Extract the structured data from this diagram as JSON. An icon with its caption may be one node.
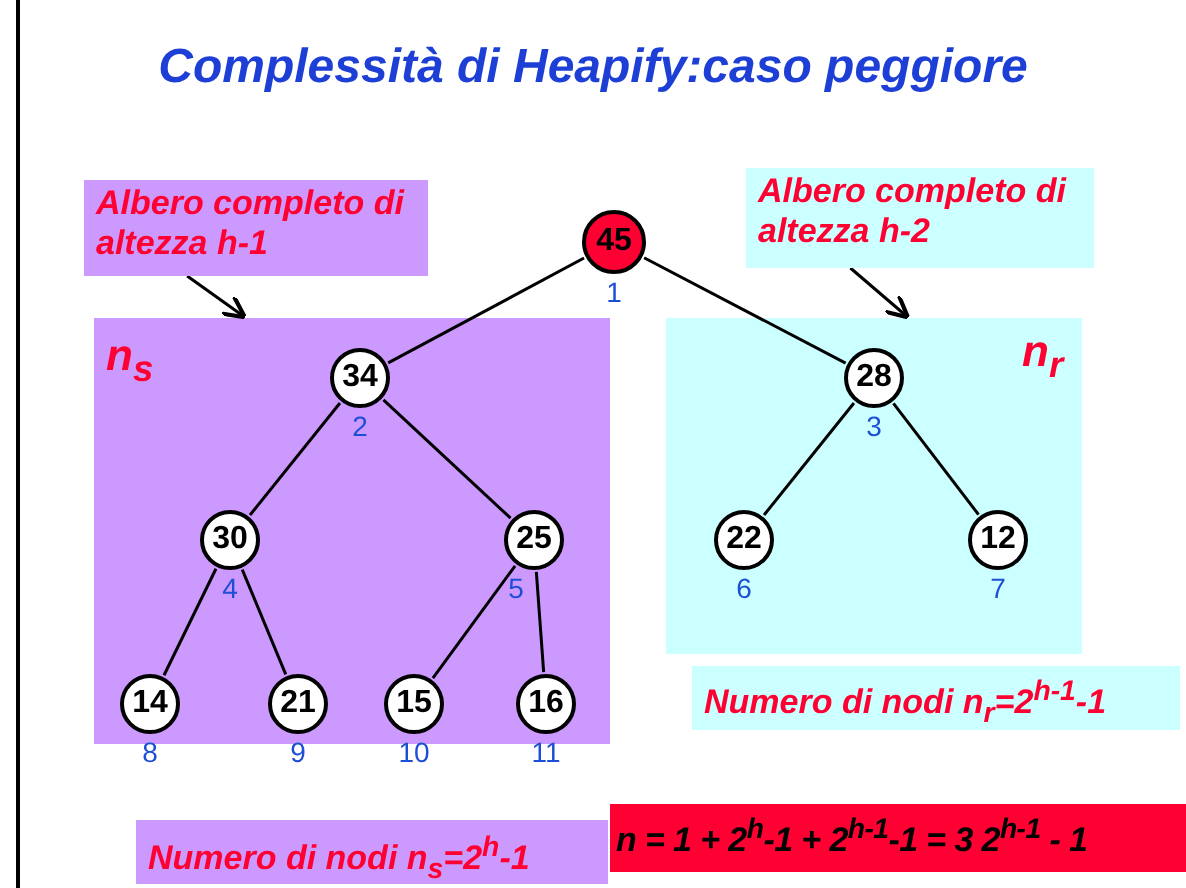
{
  "diagram": {
    "title": "Complessità di Heapify:caso peggiore",
    "nodes": [
      {
        "text": [
          "Albero completo di altezza h-1"
        ]
      },
      {
        "text": [
          "Albero completo di altezza h-2"
        ]
      },
      {
        "text": [
          "45"
        ],
        "beside": [
          "1"
        ]
      },
      {
        "text": [
          "n$_{s}$"
        ]
      },
      {
        "text": [
          "34"
        ],
        "beside": [
          "2"
        ],
        "in": 3
      },
      {
        "text": [
          "30"
        ],
        "beside": [
          "4"
        ],
        "in": 3
      },
      {
        "text": [
          "25"
        ],
        "beside": [
          "5"
        ],
        "in": 3
      },
      {
        "text": [
          "14"
        ],
        "beside": [
          "8"
        ],
        "in": 3
      },
      {
        "text": [
          "21"
        ],
        "beside": [
          "9"
        ],
        "in": 3
      },
      {
        "text": [
          "15"
        ],
        "beside": [
          "10"
        ],
        "in": 3
      },
      {
        "text": [
          "16"
        ],
        "beside": [
          "11"
        ],
        "in": 3
      },
      {
        "text": [
          "n$_{r}$"
        ]
      },
      {
        "text": [
          "28"
        ],
        "beside": [
          "3"
        ],
        "in": 11
      },
      {
        "text": [
          "22"
        ],
        "beside": [
          "6"
        ],
        "in": 11
      },
      {
        "text": [
          "12"
        ],
        "beside": [
          "7"
        ],
        "in": 11
      },
      {
        "text": [
          "Numero di nodi n$_{r}$=2$^{h-1}$-1"
        ]
      },
      {
        "text": [
          "Numero di nodi n$_{s}$=2$^{h}$-1"
        ]
      },
      {
        "text": [
          "n = 1 + 2$^{h}$-1 + 2$^{h-1}$-1 = 3 2$^{h-1}$ - 1"
        ]
      }
    ],
    "edges": [
      {
        "from": 0,
        "to": 3,
        "arrow": "to"
      },
      {
        "from": 1,
        "to": 11,
        "arrow": "to"
      },
      {
        "from": 2,
        "to": 4,
        "arrow": "none"
      },
      {
        "from": 2,
        "to": 12,
        "arrow": "none"
      },
      {
        "from": 4,
        "to": 5,
        "arrow": "none"
      },
      {
        "from": 4,
        "to": 6,
        "arrow": "none"
      },
      {
        "from": 5,
        "to": 7,
        "arrow": "none"
      },
      {
        "from": 5,
        "to": 8,
        "arrow": "none"
      },
      {
        "from": 6,
        "to": 9,
        "arrow": "none"
      },
      {
        "from": 6,
        "to": 10,
        "arrow": "none"
      },
      {
        "from": 12,
        "to": 13,
        "arrow": "none"
      },
      {
        "from": 12,
        "to": 14,
        "arrow": "none"
      }
    ]
  }
}
